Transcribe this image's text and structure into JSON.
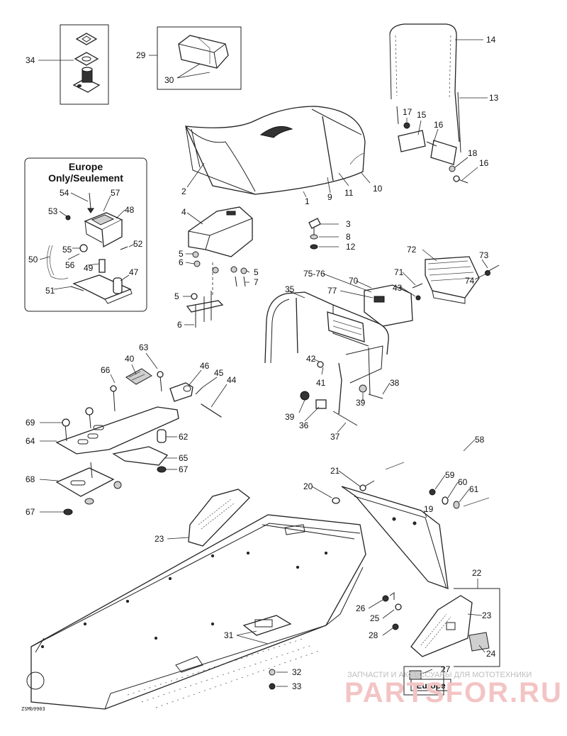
{
  "europe_box": {
    "title_line1": "Europe",
    "title_line2": "Only/Seulement"
  },
  "europe_badge": "Europe",
  "diagram_code": "ZSMb9903",
  "watermark": {
    "line1": "ЗАПЧАСТИ И АКСЕССУАРЫ ДЛЯ МОТОТЕХНИКИ",
    "logo": "PARTSFOR.RU"
  },
  "callouts": [
    {
      "id": "c34",
      "text": "34"
    },
    {
      "id": "c29",
      "text": "29"
    },
    {
      "id": "c30",
      "text": "30"
    },
    {
      "id": "c14",
      "text": "14"
    },
    {
      "id": "c13",
      "text": "13"
    },
    {
      "id": "c17",
      "text": "17"
    },
    {
      "id": "c15",
      "text": "15"
    },
    {
      "id": "c16a",
      "text": "16"
    },
    {
      "id": "c18",
      "text": "18"
    },
    {
      "id": "c16b",
      "text": "16"
    },
    {
      "id": "c2",
      "text": "2"
    },
    {
      "id": "c9",
      "text": "9"
    },
    {
      "id": "c11",
      "text": "11"
    },
    {
      "id": "c10",
      "text": "10"
    },
    {
      "id": "c1",
      "text": "1"
    },
    {
      "id": "c54",
      "text": "54"
    },
    {
      "id": "c57",
      "text": "57"
    },
    {
      "id": "c53",
      "text": "53"
    },
    {
      "id": "c48",
      "text": "48"
    },
    {
      "id": "c55",
      "text": "55"
    },
    {
      "id": "c52",
      "text": "52"
    },
    {
      "id": "c50",
      "text": "50"
    },
    {
      "id": "c56",
      "text": "56"
    },
    {
      "id": "c49",
      "text": "49"
    },
    {
      "id": "c47",
      "text": "47"
    },
    {
      "id": "c51",
      "text": "51"
    },
    {
      "id": "c4",
      "text": "4"
    },
    {
      "id": "c5a",
      "text": "5"
    },
    {
      "id": "c6a",
      "text": "6"
    },
    {
      "id": "c5b",
      "text": "5"
    },
    {
      "id": "c7",
      "text": "7"
    },
    {
      "id": "c5c",
      "text": "5"
    },
    {
      "id": "c6b",
      "text": "6"
    },
    {
      "id": "c3",
      "text": "3"
    },
    {
      "id": "c8",
      "text": "8"
    },
    {
      "id": "c12",
      "text": "12"
    },
    {
      "id": "c72",
      "text": "72"
    },
    {
      "id": "c73",
      "text": "73"
    },
    {
      "id": "c71",
      "text": "71"
    },
    {
      "id": "c74",
      "text": "74"
    },
    {
      "id": "c7576",
      "text": "75-76"
    },
    {
      "id": "c70",
      "text": "70"
    },
    {
      "id": "c35",
      "text": "35"
    },
    {
      "id": "c43",
      "text": "43"
    },
    {
      "id": "c77",
      "text": "77"
    },
    {
      "id": "c42",
      "text": "42"
    },
    {
      "id": "c41",
      "text": "41"
    },
    {
      "id": "c38",
      "text": "38"
    },
    {
      "id": "c39a",
      "text": "39"
    },
    {
      "id": "c39b",
      "text": "39"
    },
    {
      "id": "c36",
      "text": "36"
    },
    {
      "id": "c37",
      "text": "37"
    },
    {
      "id": "c40",
      "text": "40"
    },
    {
      "id": "c63",
      "text": "63"
    },
    {
      "id": "c66",
      "text": "66"
    },
    {
      "id": "c46",
      "text": "46"
    },
    {
      "id": "c45",
      "text": "45"
    },
    {
      "id": "c44",
      "text": "44"
    },
    {
      "id": "c69",
      "text": "69"
    },
    {
      "id": "c64",
      "text": "64"
    },
    {
      "id": "c62",
      "text": "62"
    },
    {
      "id": "c65",
      "text": "65"
    },
    {
      "id": "c67a",
      "text": "67"
    },
    {
      "id": "c68",
      "text": "68"
    },
    {
      "id": "c67b",
      "text": "67"
    },
    {
      "id": "c58",
      "text": "58"
    },
    {
      "id": "c21",
      "text": "21"
    },
    {
      "id": "c20",
      "text": "20"
    },
    {
      "id": "c59",
      "text": "59"
    },
    {
      "id": "c60",
      "text": "60"
    },
    {
      "id": "c61",
      "text": "61"
    },
    {
      "id": "c19",
      "text": "19"
    },
    {
      "id": "c23a",
      "text": "23"
    },
    {
      "id": "c22",
      "text": "22"
    },
    {
      "id": "c26",
      "text": "26"
    },
    {
      "id": "c23b",
      "text": "23"
    },
    {
      "id": "c25",
      "text": "25"
    },
    {
      "id": "c28",
      "text": "28"
    },
    {
      "id": "c24",
      "text": "24"
    },
    {
      "id": "c31",
      "text": "31"
    },
    {
      "id": "c32",
      "text": "32"
    },
    {
      "id": "c33",
      "text": "33"
    },
    {
      "id": "c27",
      "text": "27"
    }
  ]
}
